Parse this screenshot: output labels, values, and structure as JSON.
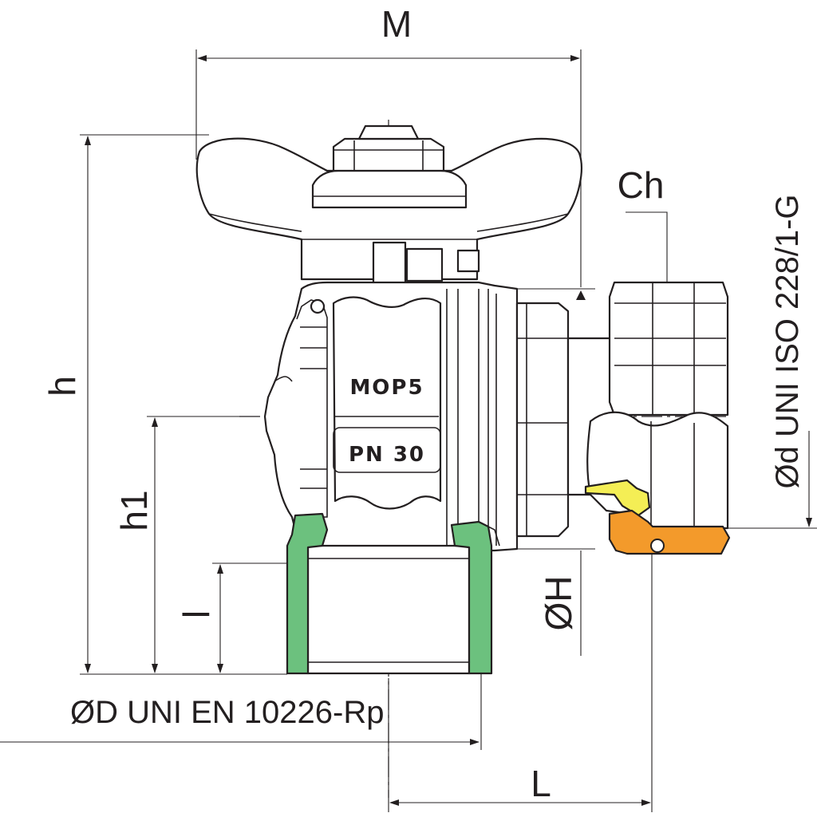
{
  "labels": {
    "M": "M",
    "Ch": "Ch",
    "h": "h",
    "h1": "h1",
    "l": "l",
    "L": "L",
    "OH": "ØH",
    "OD": "ØD UNI EN 10226-Rp",
    "Od": "Ød UNI ISO 228/1-G"
  },
  "stamps": {
    "mop": "MOP5",
    "pn": "PN 30"
  },
  "colors": {
    "green": "#6cc17e",
    "yellow": "#f4ee55",
    "orange": "#f39a2b",
    "ink": "#231f20"
  }
}
